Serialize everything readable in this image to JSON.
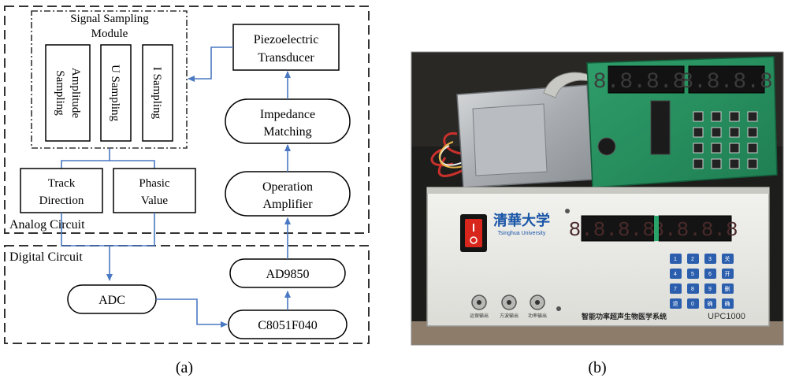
{
  "panel_a": {
    "caption": "(a)",
    "regions": {
      "analog": "Analog Circuit",
      "digital": "Digital Circuit",
      "sampling_module": [
        "Signal Sampling",
        "Module"
      ]
    },
    "blocks": {
      "amplitude_sampling": [
        "Amplitude",
        "Sampling"
      ],
      "u_sampling": "U Sampling",
      "i_sampling": "I Sampling",
      "track_direction": [
        "Track",
        "Direction"
      ],
      "phasic_value": [
        "Phasic",
        "Value"
      ],
      "piezoelectric_transducer": [
        "Piezoelectric",
        "Transducer"
      ],
      "impedance_matching": [
        "Impedance",
        "Matching"
      ],
      "operation_amplifier": [
        "Operation",
        "Amplifier"
      ],
      "ad9850": "AD9850",
      "adc": "ADC",
      "c8051f040": "C8051F040"
    },
    "colors": {
      "arrow": "#4a78c2",
      "line": "#000000",
      "dash": "#333333"
    }
  },
  "panel_b": {
    "caption": "(b)",
    "logo_text": "清華大学",
    "logo_sub": "Tsinghua University",
    "display_left": "8.8.8.8.",
    "display_right": "8.8.8.8",
    "board_display_left": "8.8.8.8.",
    "board_display_right": "8.8.8.8",
    "port_labels": [
      "运保输出",
      "方波输出",
      "功率输出"
    ],
    "system_name": "智能功率超声生物医学系统",
    "model": "UPC1000",
    "keypad": [
      "1",
      "2",
      "3",
      "关",
      "4",
      "5",
      "6",
      "开",
      "7",
      "8",
      "9",
      "删",
      "退",
      "0",
      "确",
      "确"
    ]
  }
}
